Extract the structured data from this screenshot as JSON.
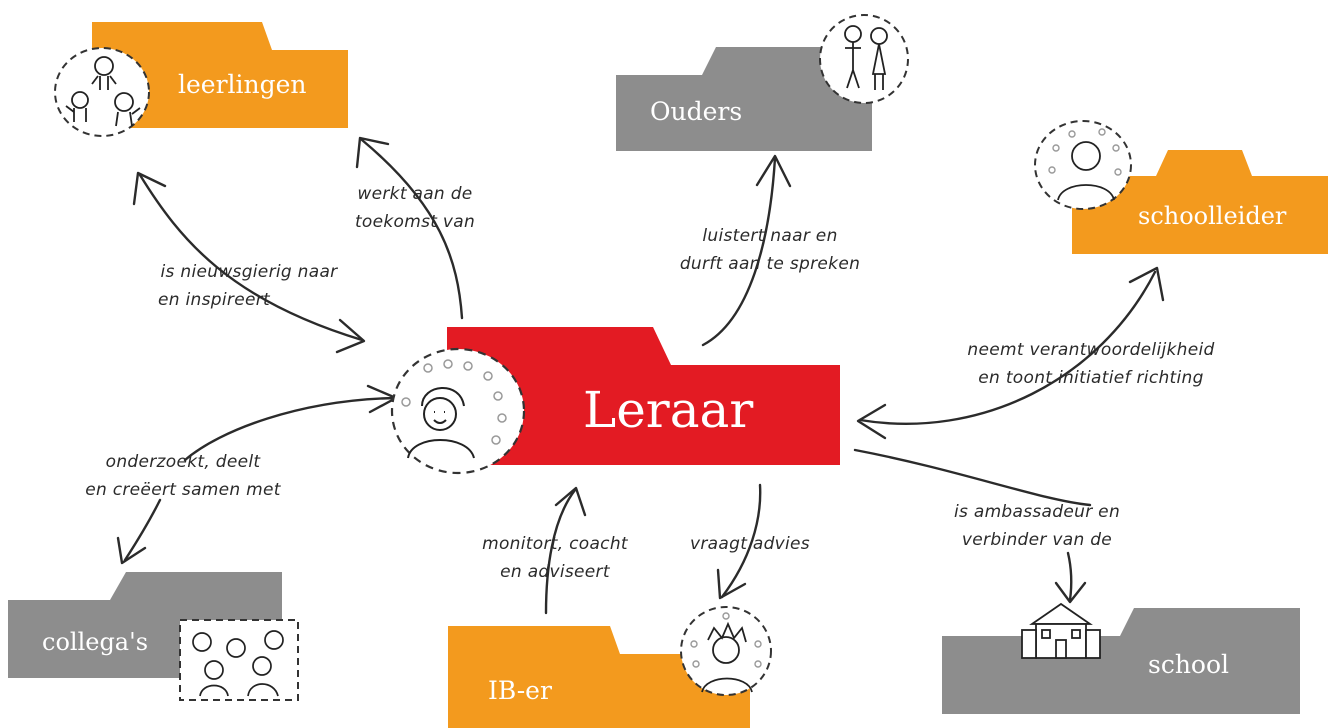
{
  "colors": {
    "orange": "#f39a1e",
    "grey": "#8d8d8d",
    "red": "#e31b23",
    "ink": "#2b2b2b"
  },
  "nodes": {
    "leraar": "Leraar",
    "leerlingen": "leerlingen",
    "ouders": "Ouders",
    "schoolleider": "schoolleider",
    "collegas": "collega's",
    "iber": "IB-er",
    "school": "school"
  },
  "relations": {
    "leerlingen": [
      "werkt aan de",
      "toekomst van"
    ],
    "curious": [
      "is nieuwsgierig naar",
      "en inspireert"
    ],
    "ouders": [
      "luistert naar en",
      "durft aan te spreken"
    ],
    "schoolleider": [
      "neemt verantwoordelijkheid",
      "en toont initiatief richting"
    ],
    "collegas": [
      "onderzoekt, deelt",
      "en creëert samen met"
    ],
    "iber_in": [
      "monitort, coacht",
      "en adviseert"
    ],
    "iber_out": [
      "vraagt advies"
    ],
    "school": [
      "is ambassadeur en",
      "verbinder van de"
    ]
  },
  "icons": {
    "leraar": "teacher-portrait-icon",
    "leerlingen": "children-icon",
    "ouders": "parents-icon",
    "schoolleider": "school-leader-icon",
    "collegas": "colleagues-icon",
    "iber": "ib-er-icon",
    "school": "school-building-icon"
  }
}
